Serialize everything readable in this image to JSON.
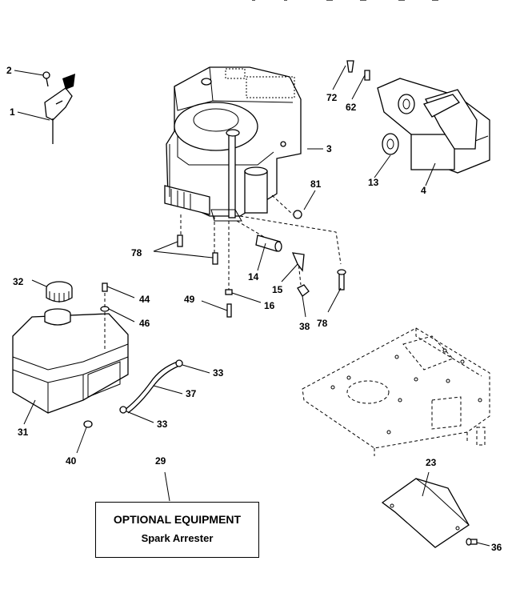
{
  "callouts": [
    "2",
    "1",
    "72",
    "62",
    "3",
    "13",
    "4",
    "81",
    "78",
    "14",
    "15",
    "16",
    "38",
    "78",
    "32",
    "44",
    "46",
    "49",
    "31",
    "33",
    "37",
    "33",
    "40",
    "29",
    "23",
    "36"
  ],
  "optional_box": {
    "title": "OPTIONAL EQUIPMENT",
    "subtitle": "Spark Arrester"
  }
}
